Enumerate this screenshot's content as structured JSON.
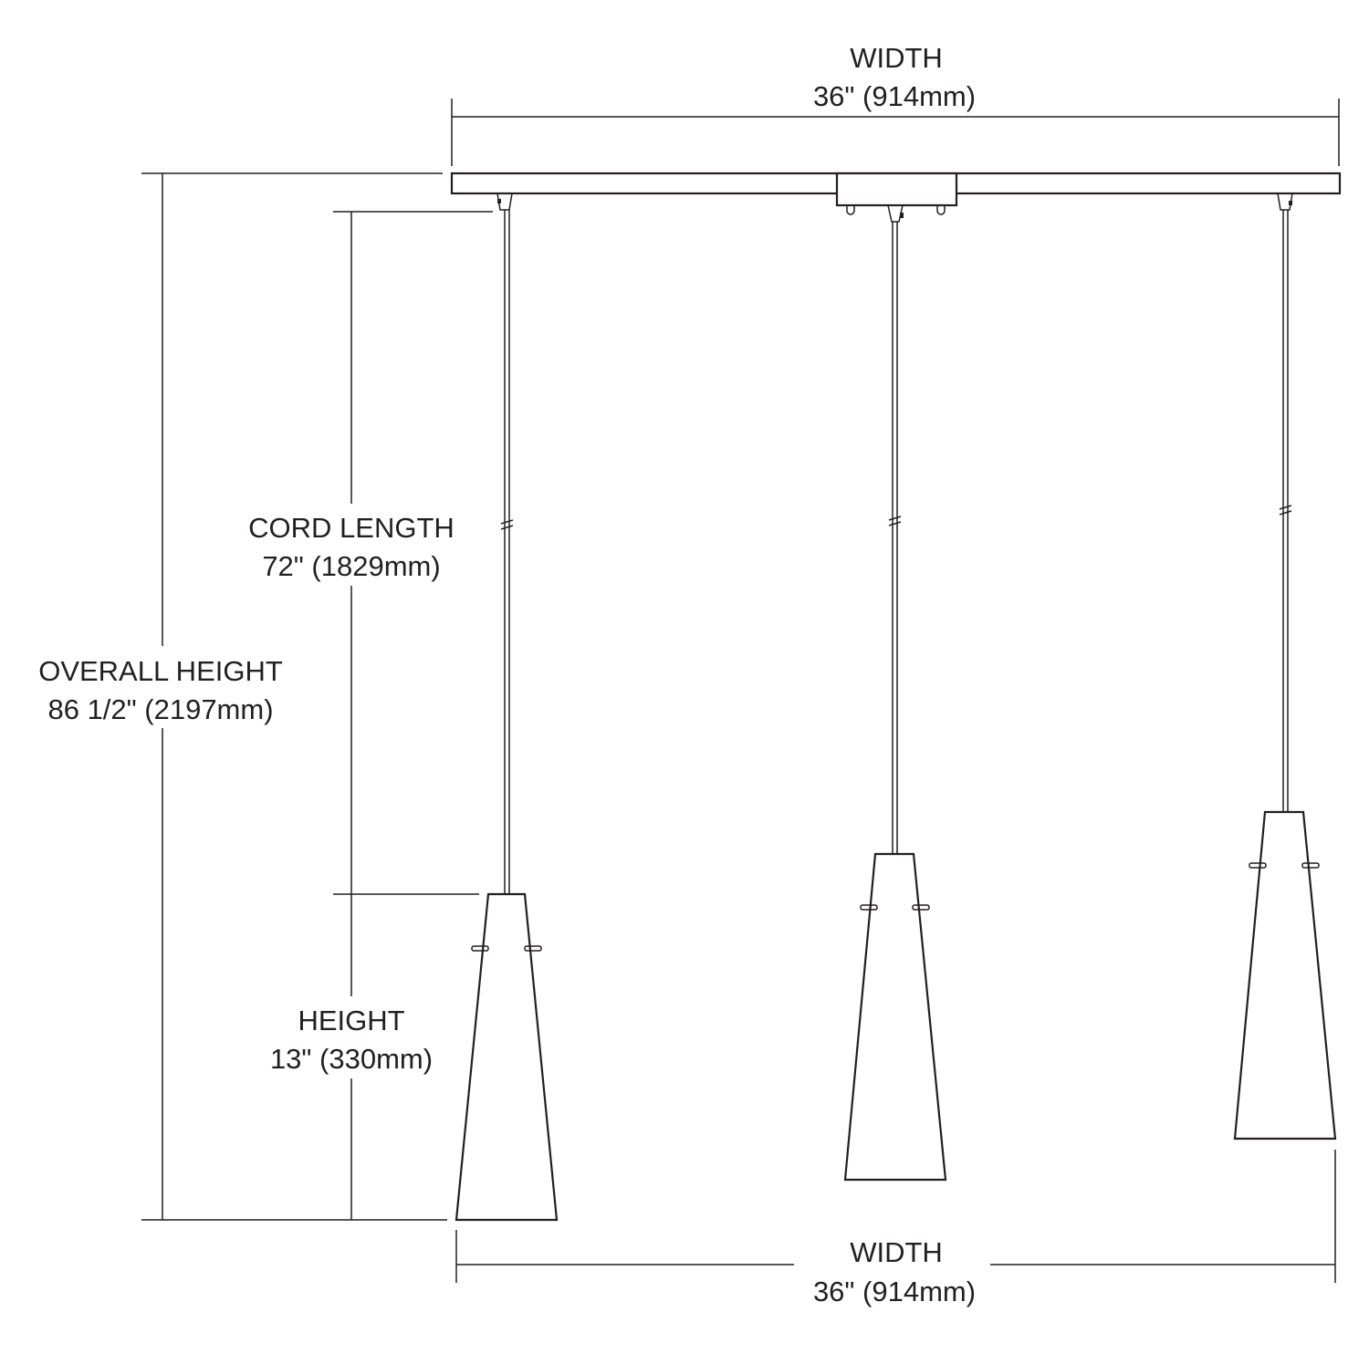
{
  "dimensions": {
    "top_width": {
      "label": "WIDTH",
      "value": "36\" (914mm)"
    },
    "bottom_width": {
      "label": "WIDTH",
      "value": "36\" (914mm)"
    },
    "overall_height": {
      "label": "OVERALL HEIGHT",
      "value": "86 1/2\" (2197mm)"
    },
    "cord_length": {
      "label": "CORD LENGTH",
      "value": "72\" (1829mm)"
    },
    "shade_height": {
      "label": "HEIGHT",
      "value": "13\" (330mm)"
    }
  },
  "colors": {
    "line": "#231f20",
    "background": "#ffffff"
  }
}
